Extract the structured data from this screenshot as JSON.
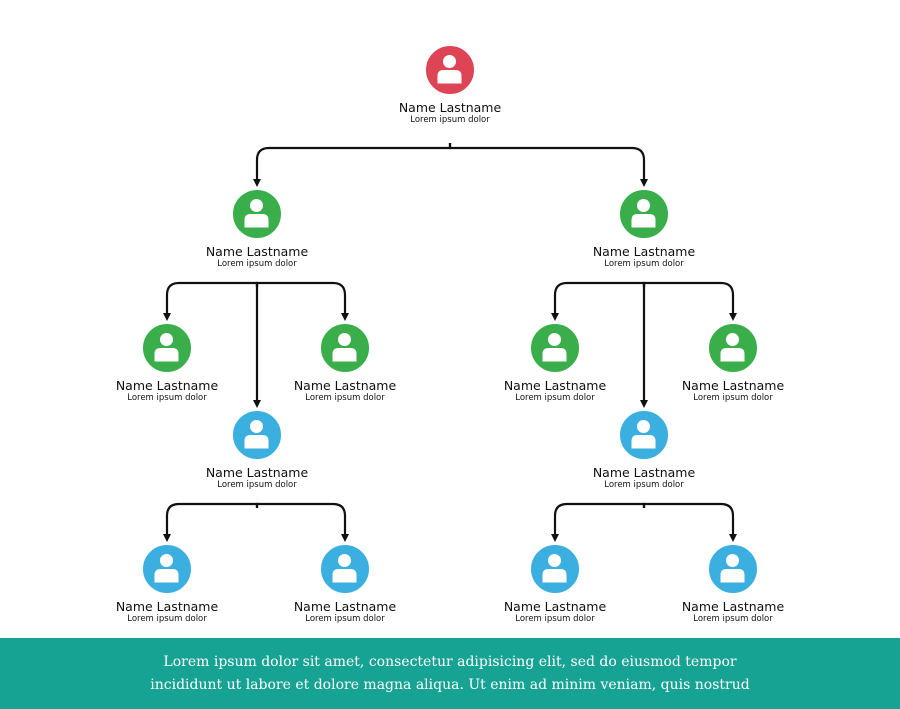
{
  "colors": {
    "root": "#dd4456",
    "manager": "#3aae4b",
    "team": "#3aafe0",
    "connector": "#111111",
    "footer_bg": "#17a393"
  },
  "nodes": [
    {
      "id": "root",
      "level": "root",
      "name": "Name Lastname",
      "subtitle": "Lorem ipsum dolor",
      "icon": "user-icon"
    },
    {
      "id": "manager-left",
      "level": "manager",
      "name": "Name Lastname",
      "subtitle": "Lorem ipsum dolor",
      "icon": "user-icon"
    },
    {
      "id": "manager-right",
      "level": "manager",
      "name": "Name Lastname",
      "subtitle": "Lorem ipsum dolor",
      "icon": "user-icon"
    },
    {
      "id": "staff-l1",
      "level": "manager",
      "name": "Name Lastname",
      "subtitle": "Lorem ipsum dolor",
      "icon": "user-icon"
    },
    {
      "id": "staff-l2",
      "level": "manager",
      "name": "Name Lastname",
      "subtitle": "Lorem ipsum dolor",
      "icon": "user-icon"
    },
    {
      "id": "staff-r1",
      "level": "manager",
      "name": "Name Lastname",
      "subtitle": "Lorem ipsum dolor",
      "icon": "user-icon"
    },
    {
      "id": "staff-r2",
      "level": "manager",
      "name": "Name Lastname",
      "subtitle": "Lorem ipsum dolor",
      "icon": "user-icon"
    },
    {
      "id": "lead-left",
      "level": "team",
      "name": "Name Lastname",
      "subtitle": "Lorem ipsum dolor",
      "icon": "user-icon"
    },
    {
      "id": "lead-right",
      "level": "team",
      "name": "Name Lastname",
      "subtitle": "Lorem ipsum dolor",
      "icon": "user-icon"
    },
    {
      "id": "member-l1",
      "level": "team",
      "name": "Name Lastname",
      "subtitle": "Lorem ipsum dolor",
      "icon": "user-icon"
    },
    {
      "id": "member-l2",
      "level": "team",
      "name": "Name Lastname",
      "subtitle": "Lorem ipsum dolor",
      "icon": "user-icon"
    },
    {
      "id": "member-r1",
      "level": "team",
      "name": "Name Lastname",
      "subtitle": "Lorem ipsum dolor",
      "icon": "user-icon"
    },
    {
      "id": "member-r2",
      "level": "team",
      "name": "Name Lastname",
      "subtitle": "Lorem ipsum dolor",
      "icon": "user-icon"
    }
  ],
  "edges": [
    {
      "from": "root",
      "to": "manager-left"
    },
    {
      "from": "root",
      "to": "manager-right"
    },
    {
      "from": "manager-left",
      "to": "staff-l1"
    },
    {
      "from": "manager-left",
      "to": "staff-l2"
    },
    {
      "from": "manager-left",
      "to": "lead-left"
    },
    {
      "from": "manager-right",
      "to": "staff-r1"
    },
    {
      "from": "manager-right",
      "to": "staff-r2"
    },
    {
      "from": "manager-right",
      "to": "lead-right"
    },
    {
      "from": "lead-left",
      "to": "member-l1"
    },
    {
      "from": "lead-left",
      "to": "member-l2"
    },
    {
      "from": "lead-right",
      "to": "member-r1"
    },
    {
      "from": "lead-right",
      "to": "member-r2"
    }
  ],
  "footer": {
    "line1": "Lorem ipsum dolor sit amet, consectetur adipisicing elit, sed do eiusmod tempor",
    "line2": "incididunt ut labore et dolore magna aliqua. Ut enim ad minim veniam, quis nostrud"
  }
}
